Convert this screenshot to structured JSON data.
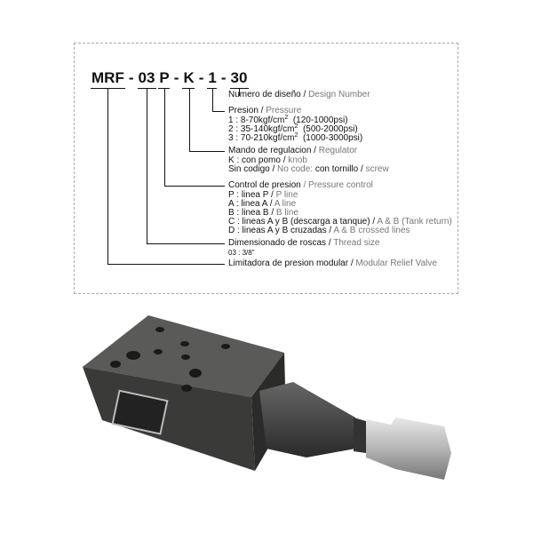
{
  "model_code": {
    "prefix": "MRF",
    "size": "03",
    "control": "P",
    "regulator": "K",
    "pressure": "1",
    "design": "30",
    "separator": "-"
  },
  "legend": {
    "design": {
      "es": "Numero de diseño /",
      "en": "Design Number"
    },
    "pressure": {
      "es": "Presion /",
      "en": "Pressure",
      "options": [
        {
          "code": "1 : 8-70kgf/cm",
          "sup": "2",
          "psi": "(120-1000psi)"
        },
        {
          "code": "2 : 35-140kgf/cm",
          "sup": "2",
          "psi": "(500-2000psi)"
        },
        {
          "code": "3 : 70-210kgf/cm",
          "sup": "2",
          "psi": "(1000-3000psi)"
        }
      ]
    },
    "regulator": {
      "es": "Mando de regulacion /",
      "en": "Regulator",
      "k_es": "K : con pomo /",
      "k_en": "knob",
      "none_es": "Sin codigo /",
      "none_en": "No code:",
      "none_es2": "con tornillo /",
      "none_en2": "screw"
    },
    "control": {
      "es": "Control de presion ",
      "en": "/ Pressure control",
      "options": [
        {
          "es": "P : linea P /",
          "en": "P line"
        },
        {
          "es": "A : linea A /",
          "en": "A line"
        },
        {
          "es": "B : linea B /",
          "en": "B line"
        },
        {
          "es": "C : lineas A y B (descarga a tanque) /",
          "en": "A & B (Tank return)"
        },
        {
          "es": "D : lineas A y B cruzadas /",
          "en": "A & B crossed lines"
        }
      ]
    },
    "thread": {
      "es": "Dimensionado de roscas /",
      "en": "Thread size",
      "option": "03 : 3/8\""
    },
    "valve": {
      "es": "Limitadora de presion modular /",
      "en": "Modular Relief Valve"
    }
  }
}
